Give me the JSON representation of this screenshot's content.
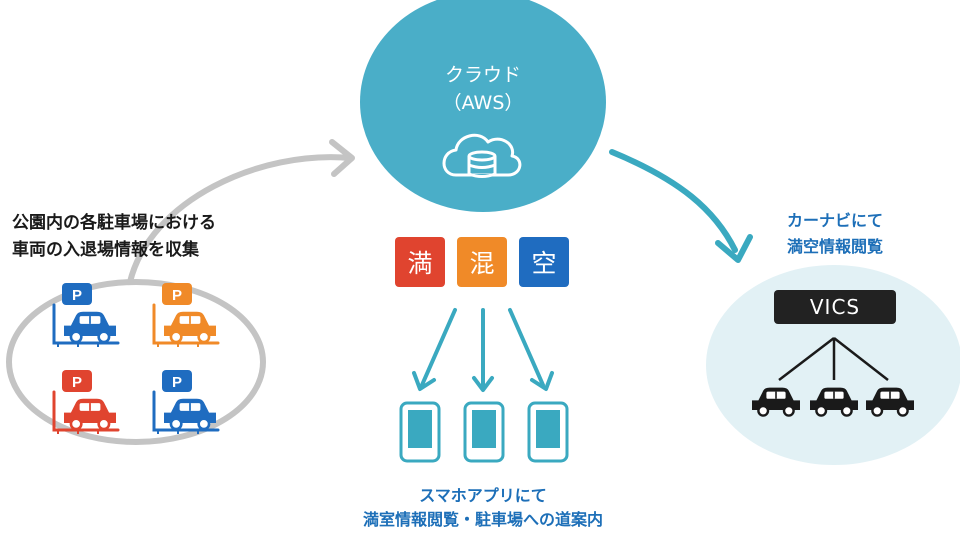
{
  "cloud": {
    "title": "クラウド",
    "subtitle": "（AWS）",
    "icon": "cloud-database-icon",
    "color": "#4aaec8"
  },
  "left_label": {
    "line1": "公園内の各駐車場における",
    "line2": "車両の入退場情報を収集"
  },
  "right_label": {
    "line1": "カーナビにて",
    "line2": "満空情報閲覧"
  },
  "bottom_label": {
    "line1": "スマホアプリにて",
    "line2": "満室情報閲覧・駐車場への道案内"
  },
  "status_badges": [
    {
      "label": "満",
      "color": "#e0442f"
    },
    {
      "label": "混",
      "color": "#f08a28"
    },
    {
      "label": "空",
      "color": "#1f6cc0"
    }
  ],
  "parking_lots": [
    {
      "letter": "P",
      "color": "#1f6cc0"
    },
    {
      "letter": "P",
      "color": "#f08a28"
    },
    {
      "letter": "P",
      "color": "#e0442f"
    },
    {
      "letter": "P",
      "color": "#1f6cc0"
    }
  ],
  "vics": {
    "label": "VICS"
  },
  "colors": {
    "arrow_teal": "#3aa9c0",
    "gray_ring": "#c4c4c4",
    "right_circle": "#e2f1f5",
    "phone": "#3aa9c0",
    "car": "#1a1a1a"
  }
}
